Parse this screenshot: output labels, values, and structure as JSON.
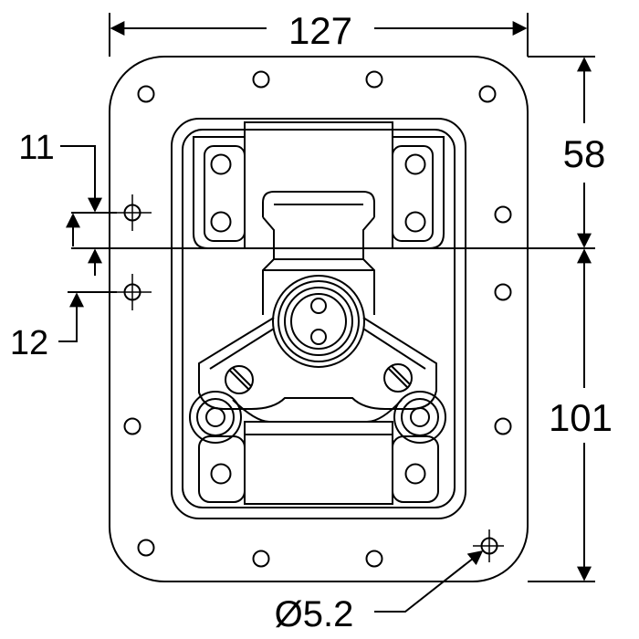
{
  "dimensions": {
    "width": "127",
    "upper_height": "58",
    "lower_height": "101",
    "hole_offset_upper": "11",
    "hole_offset_lower": "12",
    "hole_diameter": "Ø5.2"
  }
}
